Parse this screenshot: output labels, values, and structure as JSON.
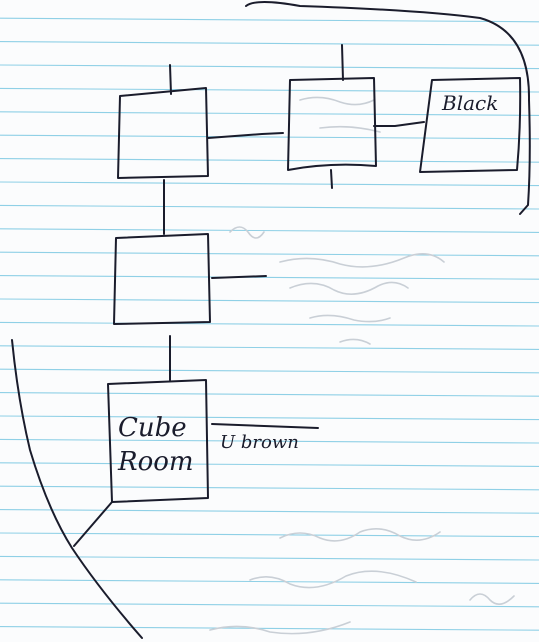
{
  "diagram": {
    "nodes": {
      "black_box": {
        "label": "Black"
      },
      "cube_room": {
        "line1": "Cube",
        "line2": "Room"
      }
    },
    "annotations": {
      "cube_room_side_label": "U brown"
    }
  },
  "colors": {
    "paper": "#fbfcfd",
    "rule_line": "#8fd0e6",
    "ink": "#1a1c2c",
    "bleed_through": "#c9cfd6"
  }
}
